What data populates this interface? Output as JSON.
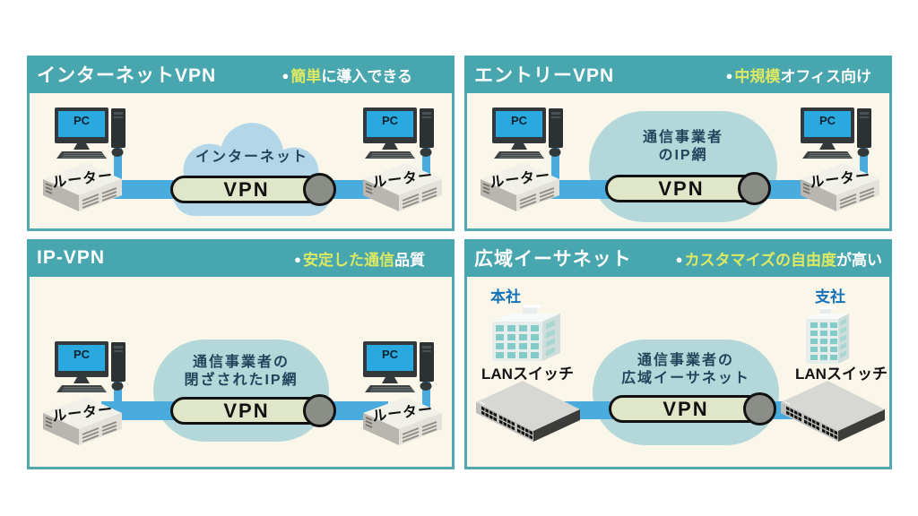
{
  "bullet": "●",
  "colors": {
    "header_teal": "#47a6ae",
    "panel_border_teal": "#53a7af",
    "body_cream": "#faf6ea",
    "highlight_yellow": "#dde962",
    "cable_blue": "#4aacde",
    "cloud_blue": "#b3d7e8",
    "blob_teal": "#b4d8da",
    "tunnel_fill": "#dfe7c8",
    "tunnel_cap_gray": "#8b8e87",
    "screen_blue": "#29a9e0",
    "network_label_navy": "#24435c",
    "site_label_blue": "#1472b8"
  },
  "panels": [
    {
      "title": "インターネットVPN",
      "subtitle_highlight": "簡単",
      "subtitle_rest": "に導入できる",
      "network_shape": "cloud",
      "network_label_line1": "インターネット",
      "network_label_line2": "",
      "tunnel_label": "VPN",
      "left_device": {
        "pc_label": "PC",
        "router_label": "ルーター"
      },
      "right_device": {
        "pc_label": "PC",
        "router_label": "ルーター"
      }
    },
    {
      "title": "エントリーVPN",
      "subtitle_highlight": "中規模",
      "subtitle_rest": "オフィス向け",
      "network_shape": "stadium",
      "network_label_line1": "通信事業者",
      "network_label_line2": "のIP網",
      "tunnel_label": "VPN",
      "left_device": {
        "pc_label": "PC",
        "router_label": "ルーター"
      },
      "right_device": {
        "pc_label": "PC",
        "router_label": "ルーター"
      }
    },
    {
      "title": "IP-VPN",
      "subtitle_highlight": "安定した通信",
      "subtitle_rest": "品質",
      "network_shape": "stadium",
      "network_label_line1": "通信事業者の",
      "network_label_line2": "閉ざされたIP網",
      "tunnel_label": "VPN",
      "left_device": {
        "pc_label": "PC",
        "router_label": "ルーター"
      },
      "right_device": {
        "pc_label": "PC",
        "router_label": "ルーター"
      }
    },
    {
      "title": "広域イーサネット",
      "subtitle_highlight": "カスタマイズの自由度",
      "subtitle_rest": "が高い",
      "network_shape": "stadium",
      "network_label_line1": "通信事業者の",
      "network_label_line2": "広域イーサネット",
      "tunnel_label": "VPN",
      "left_site": {
        "site_label": "本社",
        "device_label": "LANスイッチ"
      },
      "right_site": {
        "site_label": "支社",
        "device_label": "LANスイッチ"
      }
    }
  ]
}
